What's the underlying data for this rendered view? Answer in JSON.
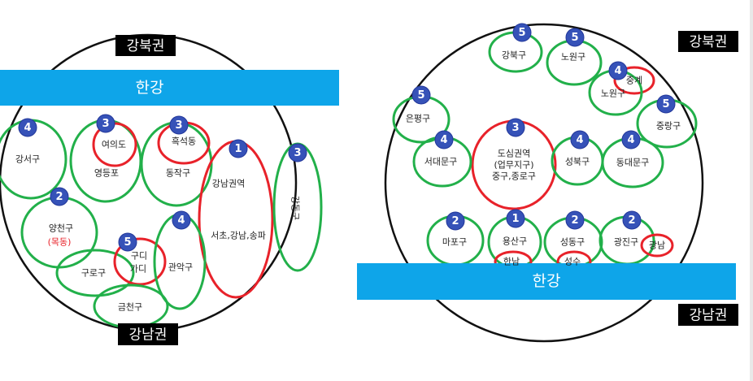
{
  "colors": {
    "river": "#0ea5e9",
    "river_text": "#ffffff",
    "badge": "#3652b8",
    "badge_stroke": "#22379a",
    "green": "#22b04a",
    "red": "#e8222a",
    "label_bg": "#000000",
    "label_text": "#ffffff",
    "outline": "#111111",
    "text": "#222222"
  },
  "left": {
    "region_top": "강북권",
    "region_bottom": "강남권",
    "river": "한강",
    "districts": [
      {
        "name": "강서구",
        "rank": "4",
        "ring": "green"
      },
      {
        "name": "영등포",
        "rank": "",
        "ring": "green"
      },
      {
        "name": "여의도",
        "rank": "3",
        "ring": "red"
      },
      {
        "name": "동작구",
        "rank": "",
        "ring": "green"
      },
      {
        "name": "흑석동",
        "rank": "3",
        "ring": "red"
      },
      {
        "name": "강남권역",
        "rank": "1",
        "ring": "red"
      },
      {
        "name": "서초,강남,송파",
        "rank": "",
        "ring": "red"
      },
      {
        "name": "강동구",
        "rank": "3",
        "ring": "green"
      },
      {
        "name": "양천구",
        "rank": "2",
        "ring": "green"
      },
      {
        "name": "(목동)",
        "rank": "",
        "ring": "none"
      },
      {
        "name": "구로구",
        "rank": "",
        "ring": "green"
      },
      {
        "name": "구디",
        "rank": "5",
        "ring": "red"
      },
      {
        "name": "가디",
        "rank": "",
        "ring": "none"
      },
      {
        "name": "관악구",
        "rank": "4",
        "ring": "green"
      },
      {
        "name": "금천구",
        "rank": "",
        "ring": "green"
      }
    ]
  },
  "right": {
    "region_top": "강북권",
    "region_bottom": "강남권",
    "river": "한강",
    "districts": [
      {
        "name": "강북구",
        "rank": "5",
        "ring": "green"
      },
      {
        "name": "노원구",
        "rank": "5",
        "ring": "green"
      },
      {
        "name": "중계",
        "rank": "4",
        "ring": "red"
      },
      {
        "name": "노원구",
        "rank": "",
        "ring": "green"
      },
      {
        "name": "은평구",
        "rank": "5",
        "ring": "green"
      },
      {
        "name": "중랑구",
        "rank": "5",
        "ring": "green"
      },
      {
        "name": "도심권역",
        "rank": "3",
        "ring": "red"
      },
      {
        "name": "(업무지구)",
        "rank": "",
        "ring": "none"
      },
      {
        "name": "중구,종로구",
        "rank": "",
        "ring": "none"
      },
      {
        "name": "서대문구",
        "rank": "4",
        "ring": "green"
      },
      {
        "name": "성북구",
        "rank": "4",
        "ring": "green"
      },
      {
        "name": "동대문구",
        "rank": "4",
        "ring": "green"
      },
      {
        "name": "마포구",
        "rank": "2",
        "ring": "green"
      },
      {
        "name": "용산구",
        "rank": "1",
        "ring": "green"
      },
      {
        "name": "한남",
        "rank": "",
        "ring": "red"
      },
      {
        "name": "성동구",
        "rank": "2",
        "ring": "green"
      },
      {
        "name": "성수",
        "rank": "",
        "ring": "red"
      },
      {
        "name": "광진구",
        "rank": "2",
        "ring": "green"
      },
      {
        "name": "광남",
        "rank": "",
        "ring": "red"
      }
    ]
  }
}
